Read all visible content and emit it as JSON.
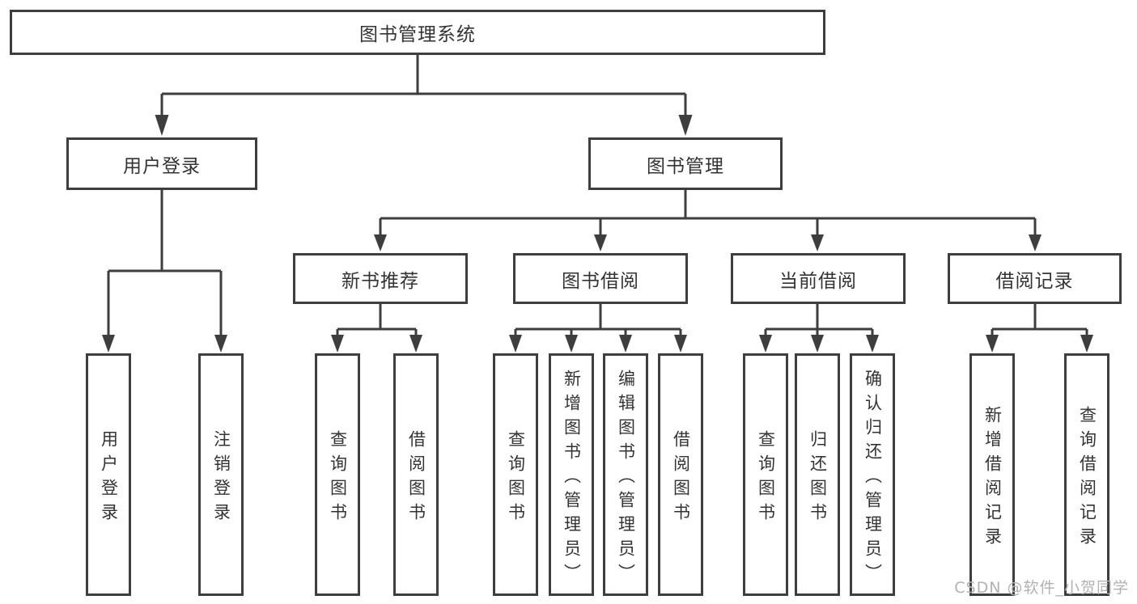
{
  "tree": {
    "root": {
      "label": "图书管理系统",
      "children": [
        {
          "label": "用户登录",
          "children": [
            {
              "label": "用户登录"
            },
            {
              "label": "注销登录"
            }
          ]
        },
        {
          "label": "图书管理",
          "children": [
            {
              "label": "新书推荐",
              "children": [
                {
                  "label": "查询图书"
                },
                {
                  "label": "借阅图书"
                }
              ]
            },
            {
              "label": "图书借阅",
              "children": [
                {
                  "label": "查询图书"
                },
                {
                  "label": "新增图书（管理员）"
                },
                {
                  "label": "编辑图书（管理员）"
                },
                {
                  "label": "借阅图书"
                }
              ]
            },
            {
              "label": "当前借阅",
              "children": [
                {
                  "label": "查询图书"
                },
                {
                  "label": "归还图书"
                },
                {
                  "label": "确认归还（管理员）"
                }
              ]
            },
            {
              "label": "借阅记录",
              "children": [
                {
                  "label": "新增借阅记录"
                },
                {
                  "label": "查询借阅记录"
                }
              ]
            }
          ]
        }
      ]
    }
  },
  "watermark": {
    "text": "CSDN @软件_小贺同学"
  },
  "colors": {
    "line": "#3e3e3e",
    "text": "#333333",
    "watermark": "#b2b2b2",
    "box_background": "#ffffff"
  }
}
